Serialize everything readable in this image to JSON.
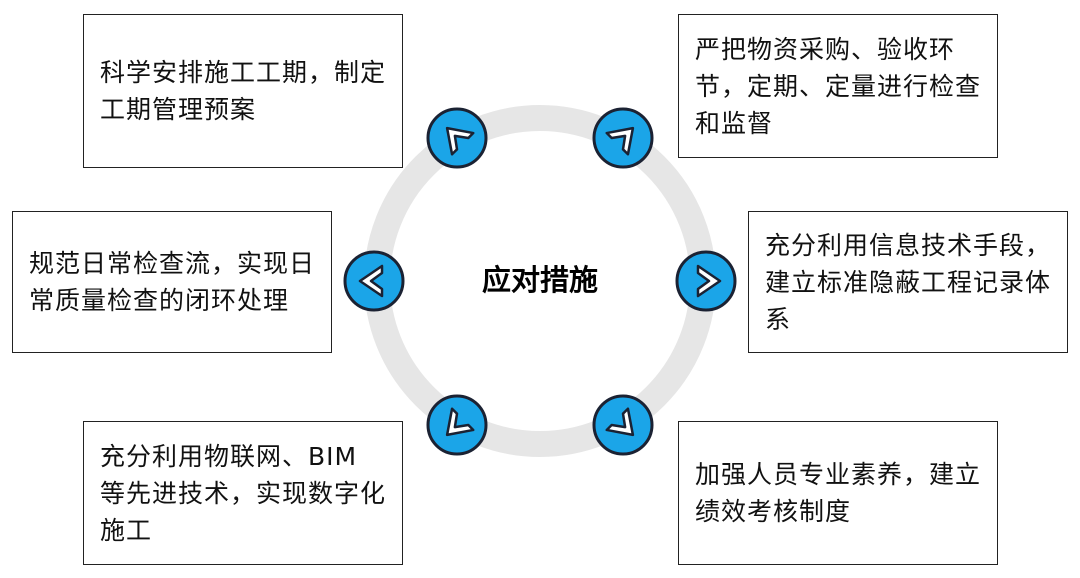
{
  "center": {
    "label": "应对措施"
  },
  "colors": {
    "ring": "#e6e6e6",
    "arrow_fill": "#1ba5e8",
    "arrow_stroke": "#1b2233",
    "box_border": "#222222"
  },
  "icons": {
    "upper_left": "up-left-arrow-icon",
    "upper_right": "up-right-arrow-icon",
    "left": "left-chevron-icon",
    "right": "right-chevron-icon",
    "lower_left": "down-left-arrow-icon",
    "lower_right": "down-right-arrow-icon"
  },
  "measures": {
    "top_left": "科学安排施工工期，制定工期管理预案",
    "top_right": "严把物资采购、验收环节，定期、定量进行检查和监督",
    "mid_left": "规范日常检查流，实现日常质量检查的闭环处理",
    "mid_right": "充分利用信息技术手段，建立标准隐蔽工程记录体系",
    "bottom_left": "充分利用物联网、BIM 等先进技术，实现数字化施工",
    "bottom_right": "加强人员专业素养，建立绩效考核制度"
  }
}
